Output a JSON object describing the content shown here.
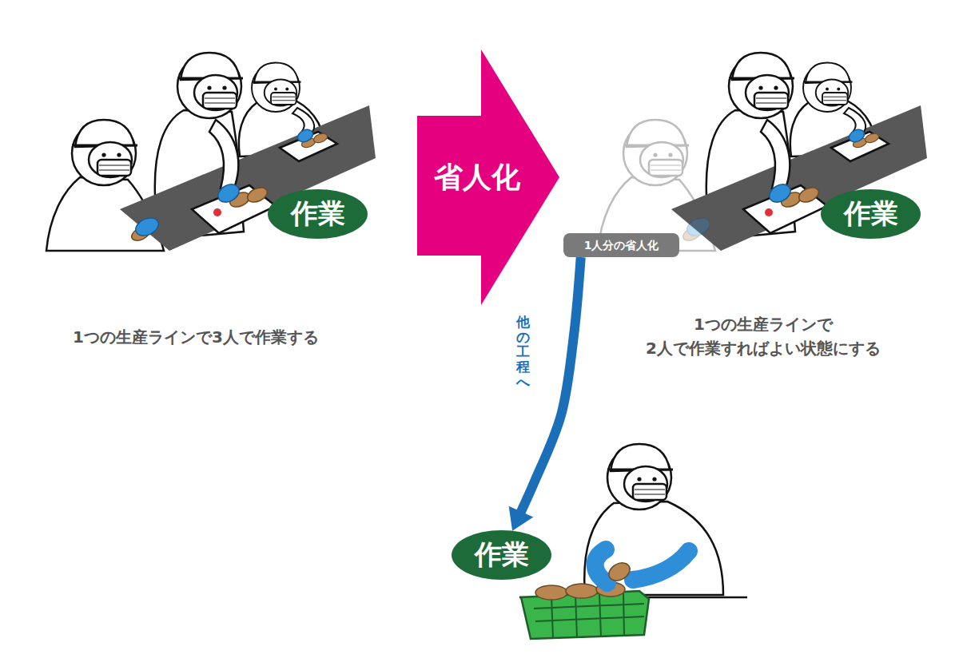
{
  "diagram": {
    "nodes": [
      {
        "text": [
          "作業"
        ]
      },
      {
        "text": [
          "省人化"
        ]
      },
      {
        "text": [
          "作業"
        ]
      },
      {
        "text": [
          "1人分の省人化"
        ]
      },
      {
        "text": [
          "作業"
        ]
      }
    ],
    "edges": [
      {
        "from": 3,
        "to": 4,
        "arrow": "to",
        "label": "他の工程へ"
      }
    ],
    "labels": [
      "1つの生産ラインで3人で作業する",
      "1つの生産ラインで 2人で作業すればよい状態にする"
    ]
  }
}
